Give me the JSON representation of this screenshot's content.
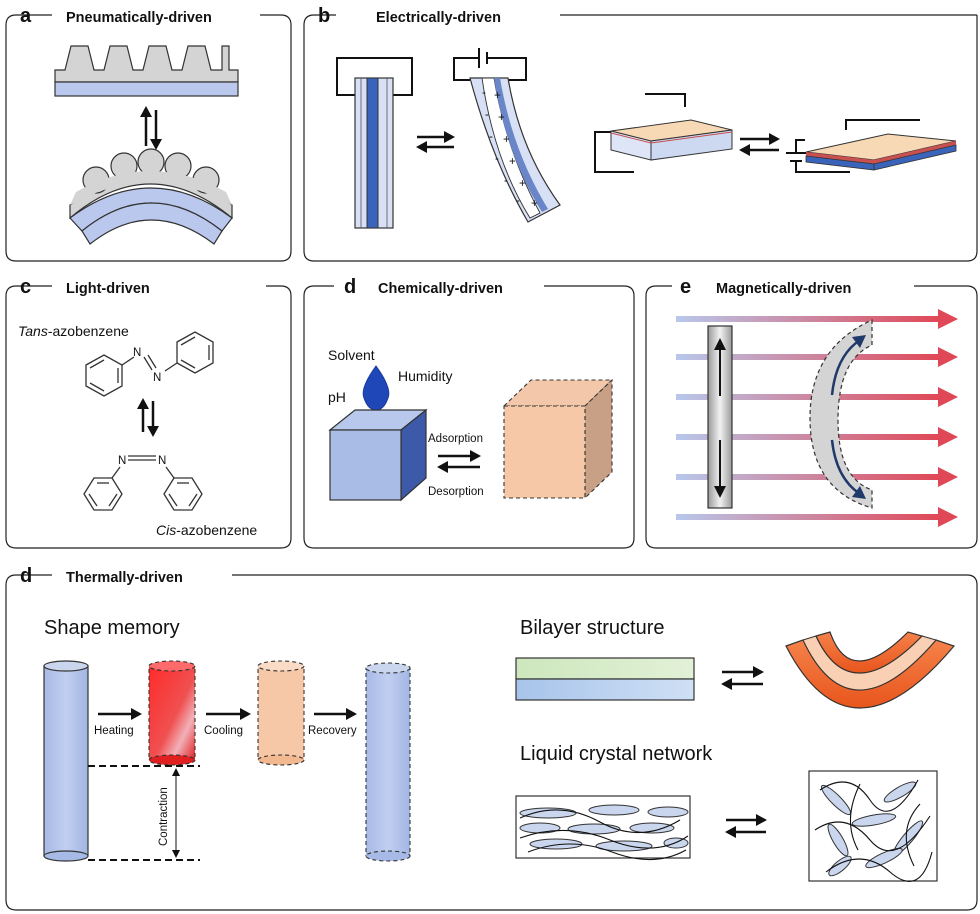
{
  "panels": {
    "pneumatic": {
      "letter": "a",
      "title": "Pneumatically-driven"
    },
    "electric": {
      "letter": "b",
      "title": "Electrically-driven"
    },
    "light": {
      "letter": "c",
      "title": "Light-driven",
      "trans_prefix": "Tans",
      "trans_suffix": "-azobenzene",
      "cis_prefix": "Cis",
      "cis_suffix": "-azobenzene",
      "n": "N"
    },
    "chemical": {
      "letter": "d",
      "title": "Chemically-driven",
      "solvent": "Solvent",
      "humidity": "Humidity",
      "ph": "pH",
      "adsorption": "Adsorption",
      "desorption": "Desorption"
    },
    "magnetic": {
      "letter": "e",
      "title": "Magnetically-driven"
    },
    "thermal": {
      "letter": "d",
      "title": "Thermally-driven",
      "shape_memory": "Shape memory",
      "heating": "Heating",
      "cooling": "Cooling",
      "recovery": "Recovery",
      "contraction": "Contraction",
      "bilayer": "Bilayer structure",
      "lcn": "Liquid crystal network"
    }
  },
  "colors": {
    "blue_light": "#c9d6ee",
    "blue_mid": "#9fb4e0",
    "blue_dark": "#2f5aa8",
    "peach": "#f6c9a8",
    "orange": "#f08a3a",
    "red": "#e02020",
    "green": "#cfe8c0",
    "gray": "#cfcfcf",
    "drop": "#1f47b8"
  }
}
